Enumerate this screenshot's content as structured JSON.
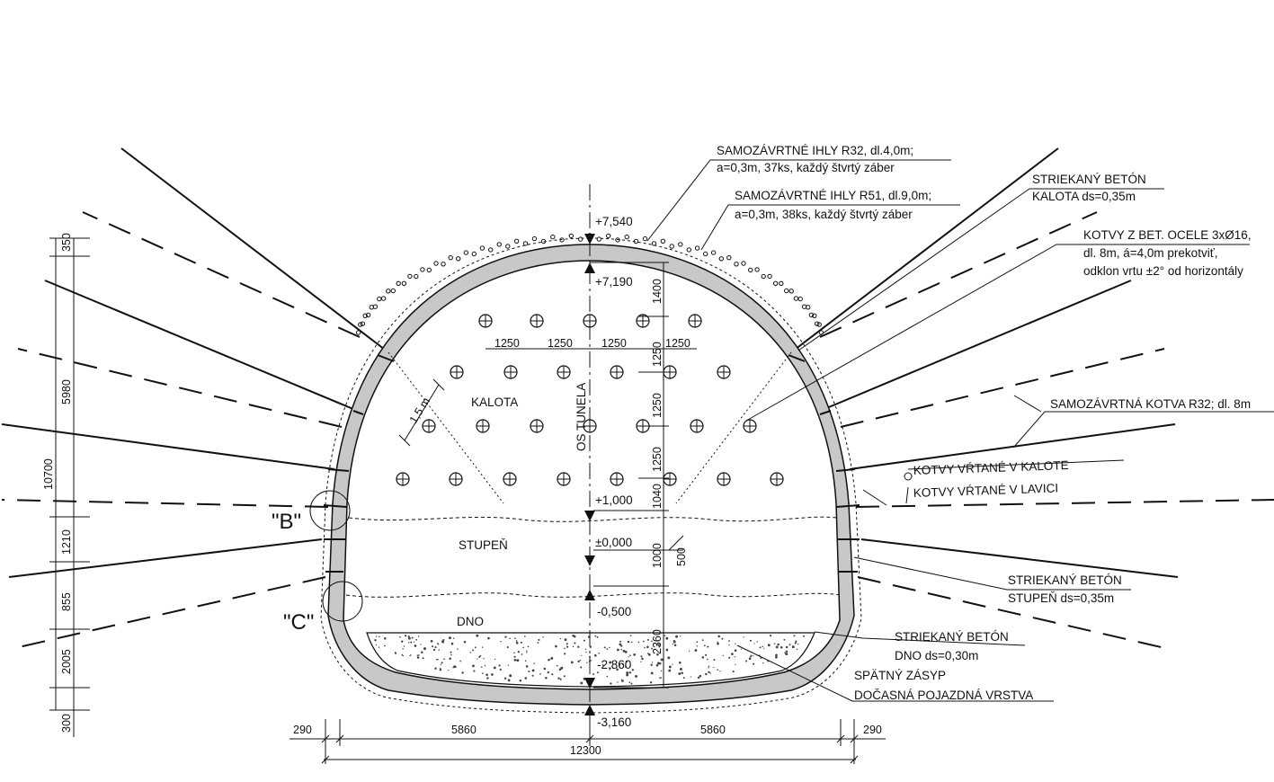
{
  "labels": {
    "elev_7540": "+7,540",
    "elev_7190": "+7,190",
    "elev_1000": "+1,000",
    "elev_0": "±0,000",
    "elev_m0500": "-0,500",
    "elev_m2860": "-2,860",
    "elev_m3160": "-3,160",
    "kalota": "KALOTA",
    "os_tunela": "OS TUNELA",
    "stupen": "STUPEŇ",
    "dno": "DNO",
    "len_1_5m": "1,5 m",
    "detail_b": "\"B\"",
    "detail_c": "\"C\""
  },
  "callouts": {
    "ihly_r32_l1": "SAMOZÁVRTNÉ IHLY R32, dl.4,0m;",
    "ihly_r32_l2": "a=0,3m, 37ks, každý štvrtý záber",
    "ihly_r51_l1": "SAMOZÁVRTNÉ IHLY R51, dl.9,0m;",
    "ihly_r51_l2": "a=0,3m, 38ks, každý štvrtý záber",
    "sb_kalota_l1": "STRIEKANÝ BETÓN",
    "sb_kalota_l2": "KALOTA ds=0,35m",
    "kotvy_l1": "KOTVY Z BET. OCELE 3xØ16,",
    "kotvy_l2": "dl. 8m, á=4,0m prekotviť,",
    "kotvy_l3": "odklon vrtu ±2° od horizontály",
    "kotva_r32": "SAMOZÁVRTNÁ KOTVA R32; dl. 8m",
    "kotvy_kalote": "KOTVY VŔTANÉ V KALOTE",
    "kotvy_lavici": "KOTVY VŔTANÉ V LAVICI",
    "sb_stupen_l1": "STRIEKANÝ BETÓN",
    "sb_stupen_l2": "STUPEŇ ds=0,35m",
    "sb_dno_l1": "STRIEKANÝ BETÓN",
    "sb_dno_l2": "DNO ds=0,30m",
    "zasyp_l1": "SPÄTNÝ ZÁSYP",
    "zasyp_l2": "DOČASNÁ POJAZDNÁ VRSTVA"
  },
  "dimensions": {
    "left_350": "350",
    "left_5980": "5980",
    "left_10700": "10700",
    "left_1210": "1210",
    "left_855": "855",
    "left_2005": "2005",
    "left_300": "300",
    "spacing_1250": "1250",
    "center_1400": "1400",
    "center_1040": "1040",
    "center_1000": "1000",
    "center_500": "500",
    "center_2360": "2360",
    "bottom_290": "290",
    "bottom_5860": "5860",
    "bottom_12300": "12300"
  }
}
